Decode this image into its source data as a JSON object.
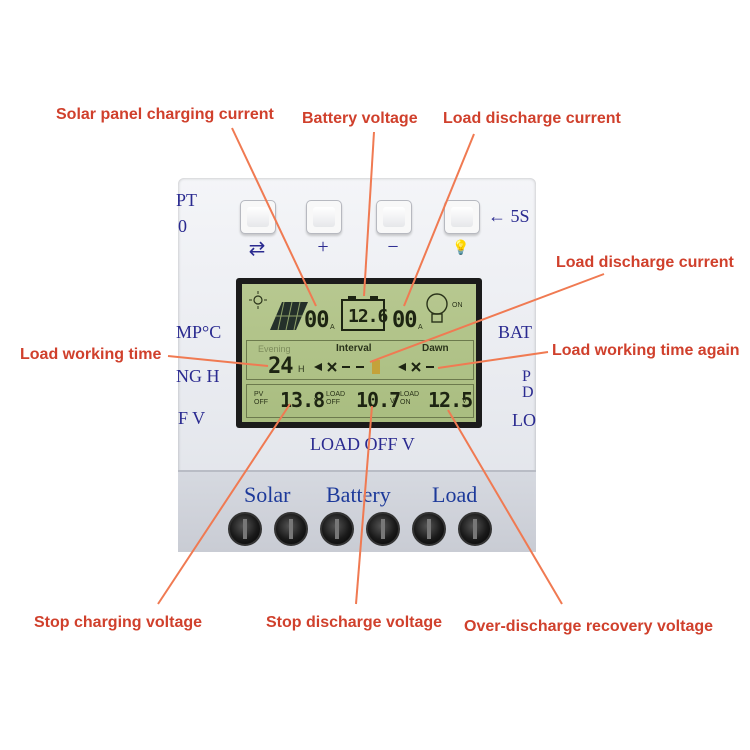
{
  "callouts": {
    "solar_panel_charging_current": "Solar panel charging current",
    "battery_voltage": "Battery voltage",
    "load_discharge_current_top": "Load discharge current",
    "load_discharge_current_mid": "Load discharge current",
    "load_working_time": "Load working time",
    "load_working_time_again": "Load working time again",
    "stop_charging_voltage": "Stop charging voltage",
    "stop_discharge_voltage": "Stop discharge voltage",
    "over_discharge_recovery_voltage": "Over-discharge recovery voltage"
  },
  "device": {
    "edge_left_top": "PT",
    "edge_left_top2": "0",
    "edge_right_top": "← 5S",
    "left_mp": "MP°C",
    "left_ng": "NG H",
    "left_fv": "F V",
    "right_bat": "BAT",
    "right_pd": "P",
    "right_d": "D",
    "right_lo": "LO",
    "load_off": "LOAD OFF V",
    "buttons": [
      "⇄",
      "+",
      "−",
      "💡"
    ],
    "ports": [
      "Solar",
      "Battery",
      "Load"
    ]
  },
  "lcd": {
    "solar_current": "00",
    "battery_voltage": "12.6",
    "load_current": "00",
    "evening_label": "Evening",
    "interval_label": "Interval",
    "dawn_label": "Dawn",
    "load_time": "24",
    "hour_unit": "H",
    "pv_off_label": "PV OFF",
    "pv_off_value": "13.8",
    "load_off_label": "LOAD OFF",
    "load_off_value": "10.7",
    "load_on_label": "LOAD ON",
    "load_on_value": "12.5",
    "amp_unit": "A",
    "volt_unit": "V",
    "on_label": "ON"
  },
  "colors": {
    "callout_text": "#d0402c",
    "leader_line": "#f07a52",
    "device_text": "#2a2a90",
    "lcd_bg": "#b0c486"
  }
}
